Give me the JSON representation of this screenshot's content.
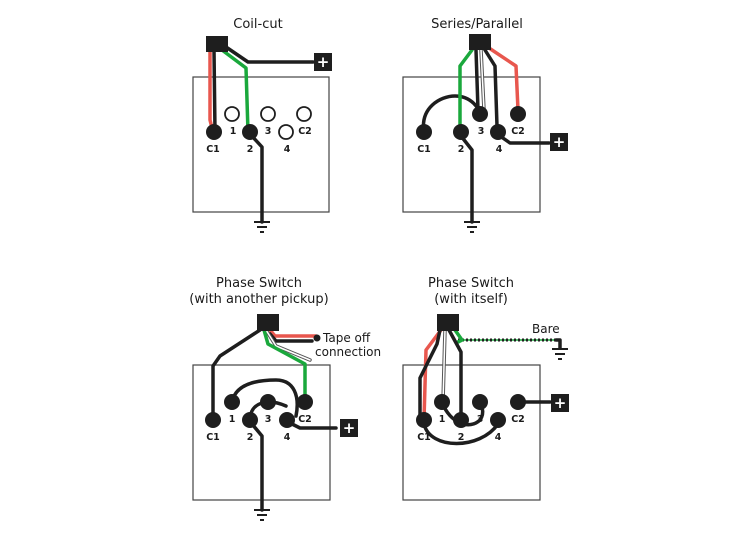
{
  "diagrams": [
    {
      "title": "Coil-cut",
      "lugs": {
        "c1": "C1",
        "l1": "1",
        "l2": "2",
        "l3": "3",
        "l4": "4",
        "c2": "C2"
      }
    },
    {
      "title": "Series/Parallel",
      "lugs": {
        "c1": "C1",
        "l2": "2",
        "l3": "3",
        "l4": "4",
        "c2": "C2"
      }
    },
    {
      "title_line1": "Phase Switch",
      "title_line2": "(with another pickup)",
      "note_line1": "Tape off",
      "note_line2": "connection",
      "lugs": {
        "c1": "C1",
        "l1": "1",
        "l2": "2",
        "l3": "3",
        "l4": "4",
        "c2": "C2"
      }
    },
    {
      "title_line1": "Phase Switch",
      "title_line2": "(with itself)",
      "bare": "Bare",
      "lugs": {
        "c1": "C1",
        "l1": "1",
        "l2": "2",
        "l3": "3",
        "l4": "4",
        "c2": "C2"
      }
    }
  ],
  "plus_symbol": "+",
  "wire_colors": {
    "black": "#1e1e1e",
    "green": "#1aa83c",
    "red": "#e8574e",
    "white": "#ffffff"
  }
}
